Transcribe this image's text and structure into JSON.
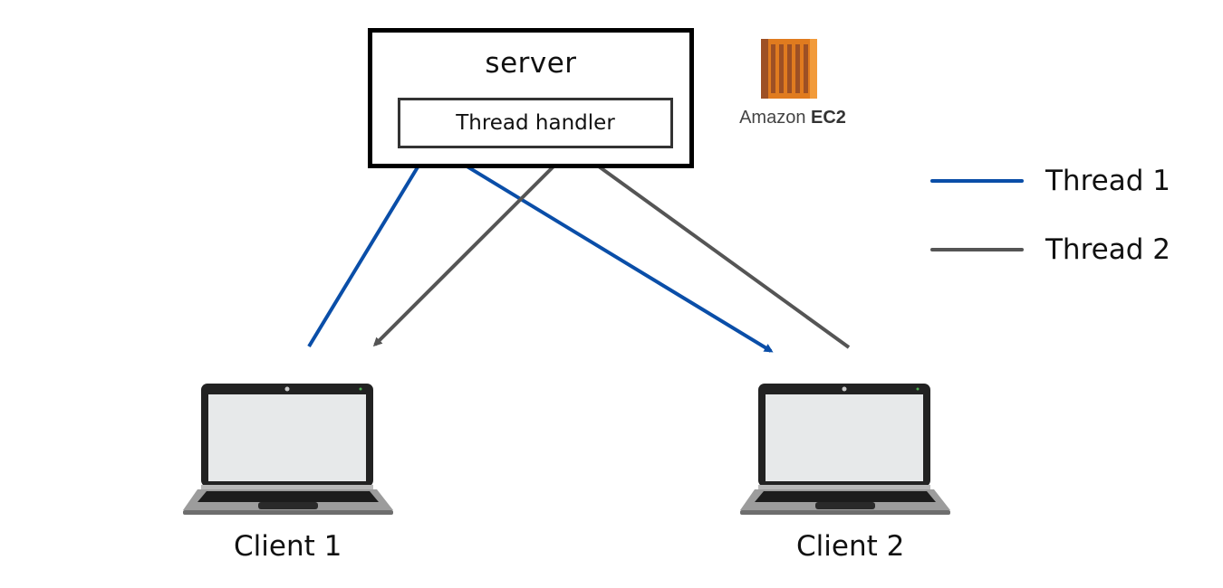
{
  "server": {
    "title": "server",
    "handler_label": "Thread handler"
  },
  "ec2": {
    "brand": "Amazon",
    "product": "EC2",
    "icon": "amazon-ec2-icon"
  },
  "legend": [
    {
      "label": "Thread 1",
      "color": "#0a4ea8"
    },
    {
      "label": "Thread 2",
      "color": "#555555"
    }
  ],
  "clients": [
    {
      "label": "Client 1",
      "icon": "laptop-icon"
    },
    {
      "label": "Client 2",
      "icon": "laptop-icon"
    }
  ],
  "colors": {
    "thread1": "#0a4ea8",
    "thread2": "#555555",
    "ec2_orange": "#e07b1f"
  }
}
